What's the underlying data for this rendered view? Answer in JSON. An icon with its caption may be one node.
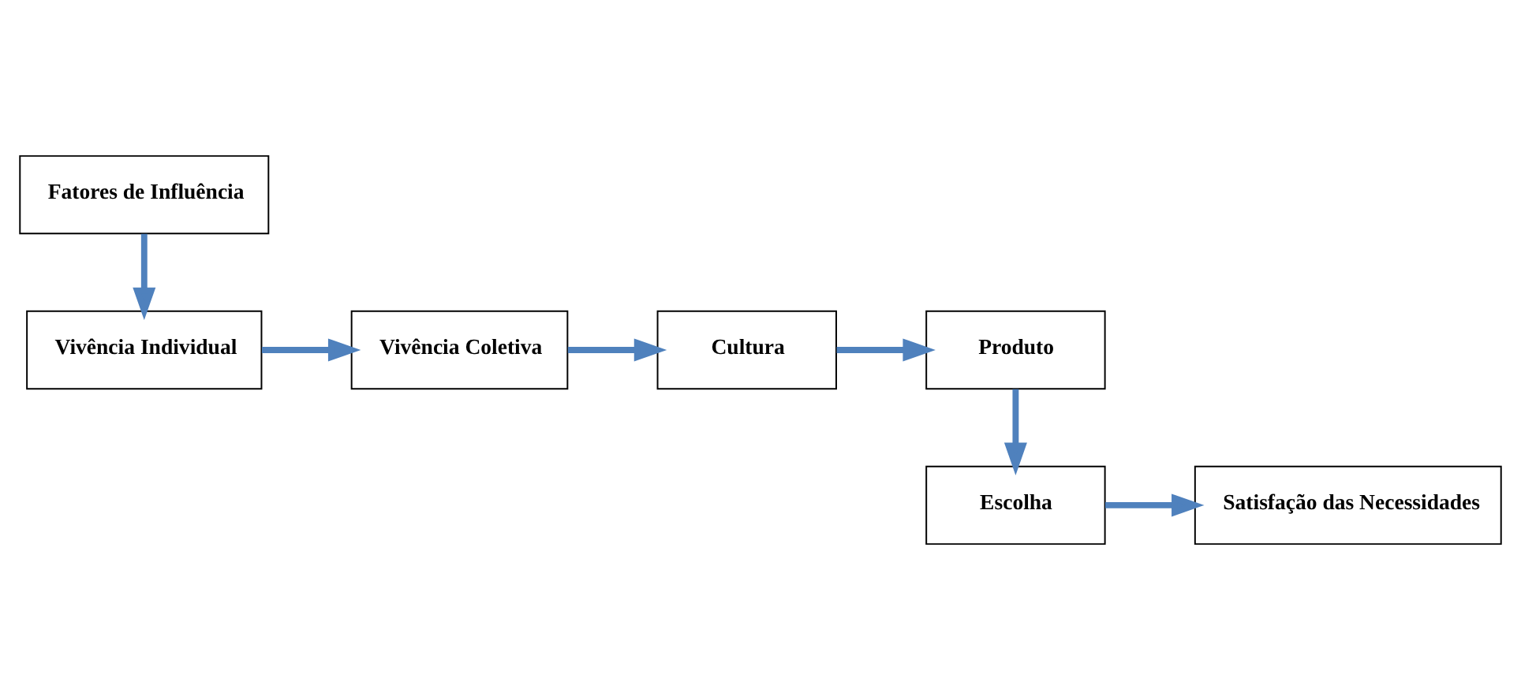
{
  "diagram": {
    "nodes": [
      {
        "text": [
          "Fatores de Influência"
        ]
      },
      {
        "text": [
          "Vivência Individual"
        ]
      },
      {
        "text": [
          "Vivência Coletiva"
        ]
      },
      {
        "text": [
          "Cultura"
        ]
      },
      {
        "text": [
          "Produto"
        ]
      },
      {
        "text": [
          "Escolha"
        ]
      },
      {
        "text": [
          "Satisfação das Necessidades"
        ]
      }
    ],
    "edges": [
      {
        "from": 0,
        "to": 1,
        "arrow": "to"
      },
      {
        "from": 1,
        "to": 2,
        "arrow": "to"
      },
      {
        "from": 2,
        "to": 3,
        "arrow": "to"
      },
      {
        "from": 3,
        "to": 4,
        "arrow": "to"
      },
      {
        "from": 4,
        "to": 5,
        "arrow": "to"
      },
      {
        "from": 5,
        "to": 6,
        "arrow": "to"
      }
    ]
  }
}
